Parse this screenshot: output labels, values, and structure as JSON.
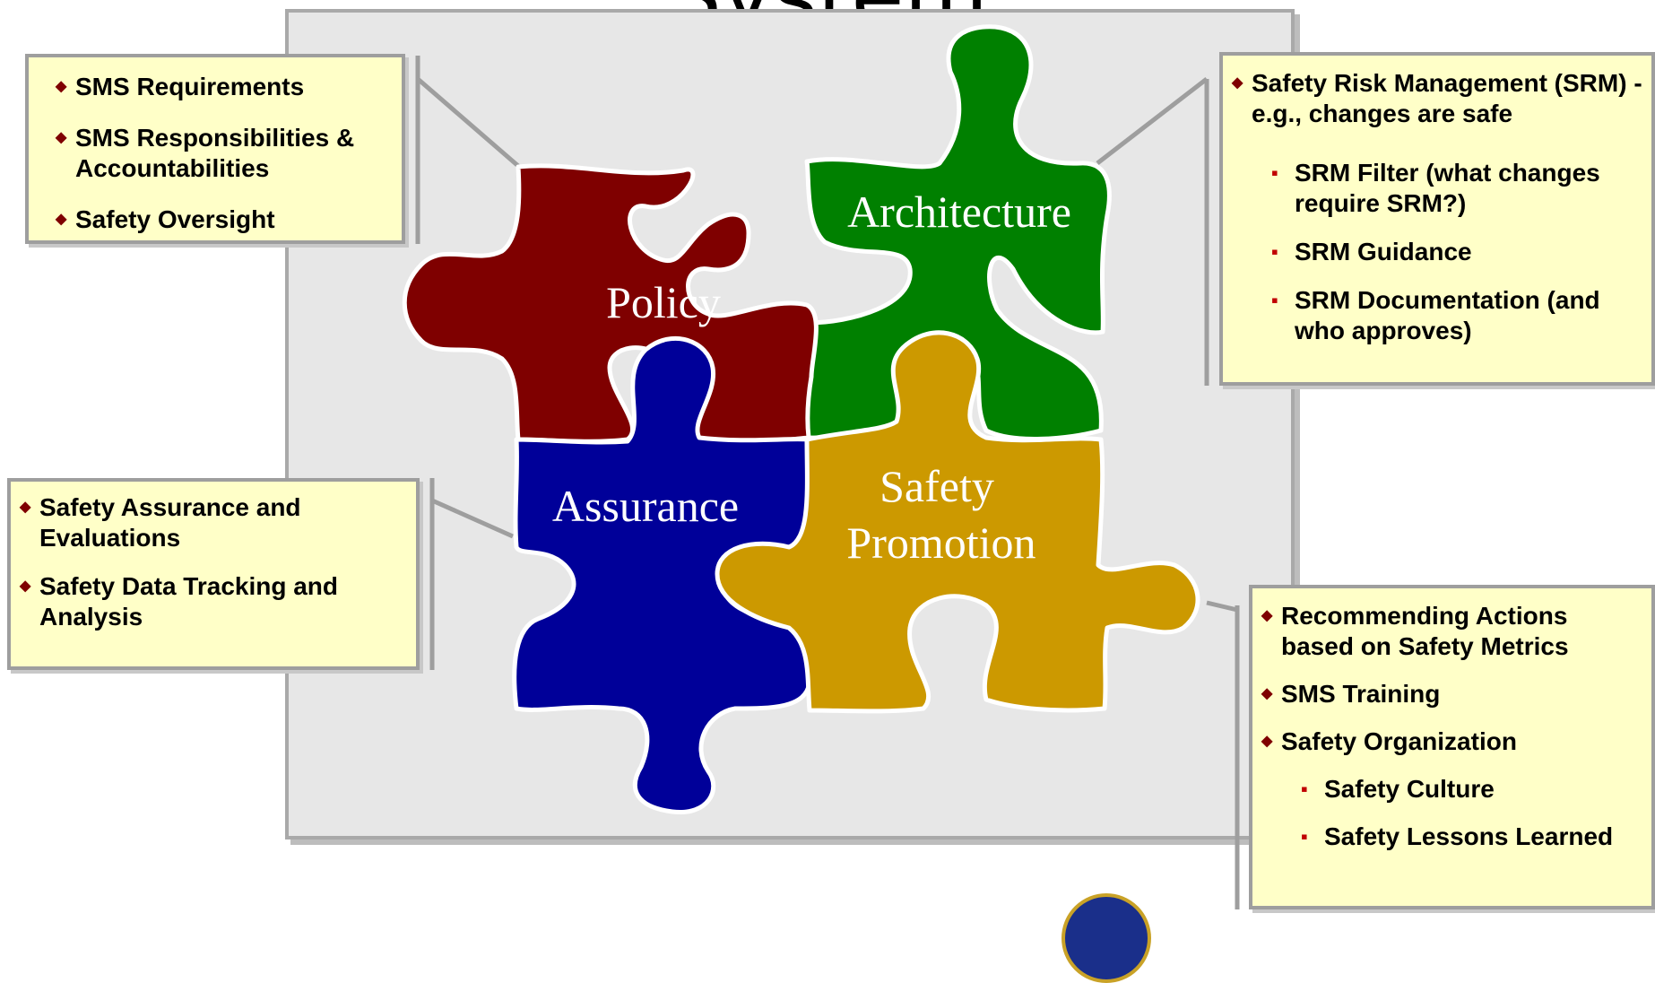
{
  "title": "System",
  "pieces": {
    "policy": {
      "label": "Policy",
      "color": "#7f0000"
    },
    "architecture": {
      "label": "Architecture",
      "color": "#008000"
    },
    "assurance": {
      "label": "Assurance",
      "color": "#000099"
    },
    "promotion": {
      "label": "Safety Promotion",
      "line1": "Safety",
      "line2": "Promotion",
      "color": "#cc9900"
    }
  },
  "callouts": {
    "policy": {
      "items": [
        "SMS Requirements",
        "SMS Responsibilities & Accountabilities",
        "Safety Oversight"
      ]
    },
    "architecture": {
      "main": "Safety Risk Management (SRM) - e.g., changes are safe",
      "sub": [
        "SRM Filter (what changes require SRM?)",
        "SRM Guidance",
        "SRM Documentation (and who approves)"
      ]
    },
    "assurance": {
      "items": [
        "Safety Assurance and Evaluations",
        "Safety Data Tracking and Analysis"
      ]
    },
    "promotion": {
      "items": [
        "Recommending Actions based on Safety Metrics",
        "SMS Training",
        "Safety Organization"
      ],
      "sub": [
        "Safety Culture",
        "Safety Lessons Learned"
      ]
    }
  }
}
